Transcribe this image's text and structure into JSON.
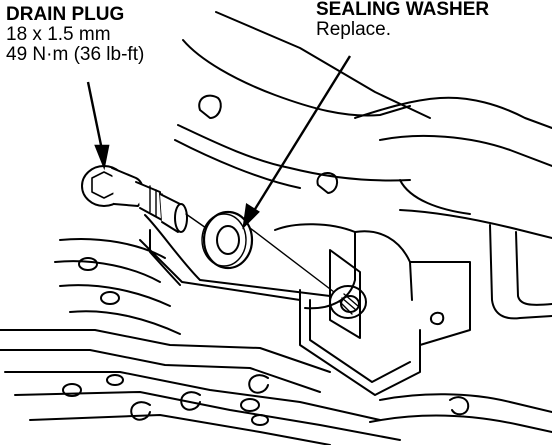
{
  "callouts": {
    "drain_plug": {
      "title": "DRAIN PLUG",
      "size": "18 x 1.5 mm",
      "torque": "49 N·m (36 lb-ft)"
    },
    "sealing_washer": {
      "title": "SEALING WASHER",
      "note": "Replace."
    }
  },
  "colors": {
    "ink": "#000000",
    "background": "#ffffff"
  }
}
